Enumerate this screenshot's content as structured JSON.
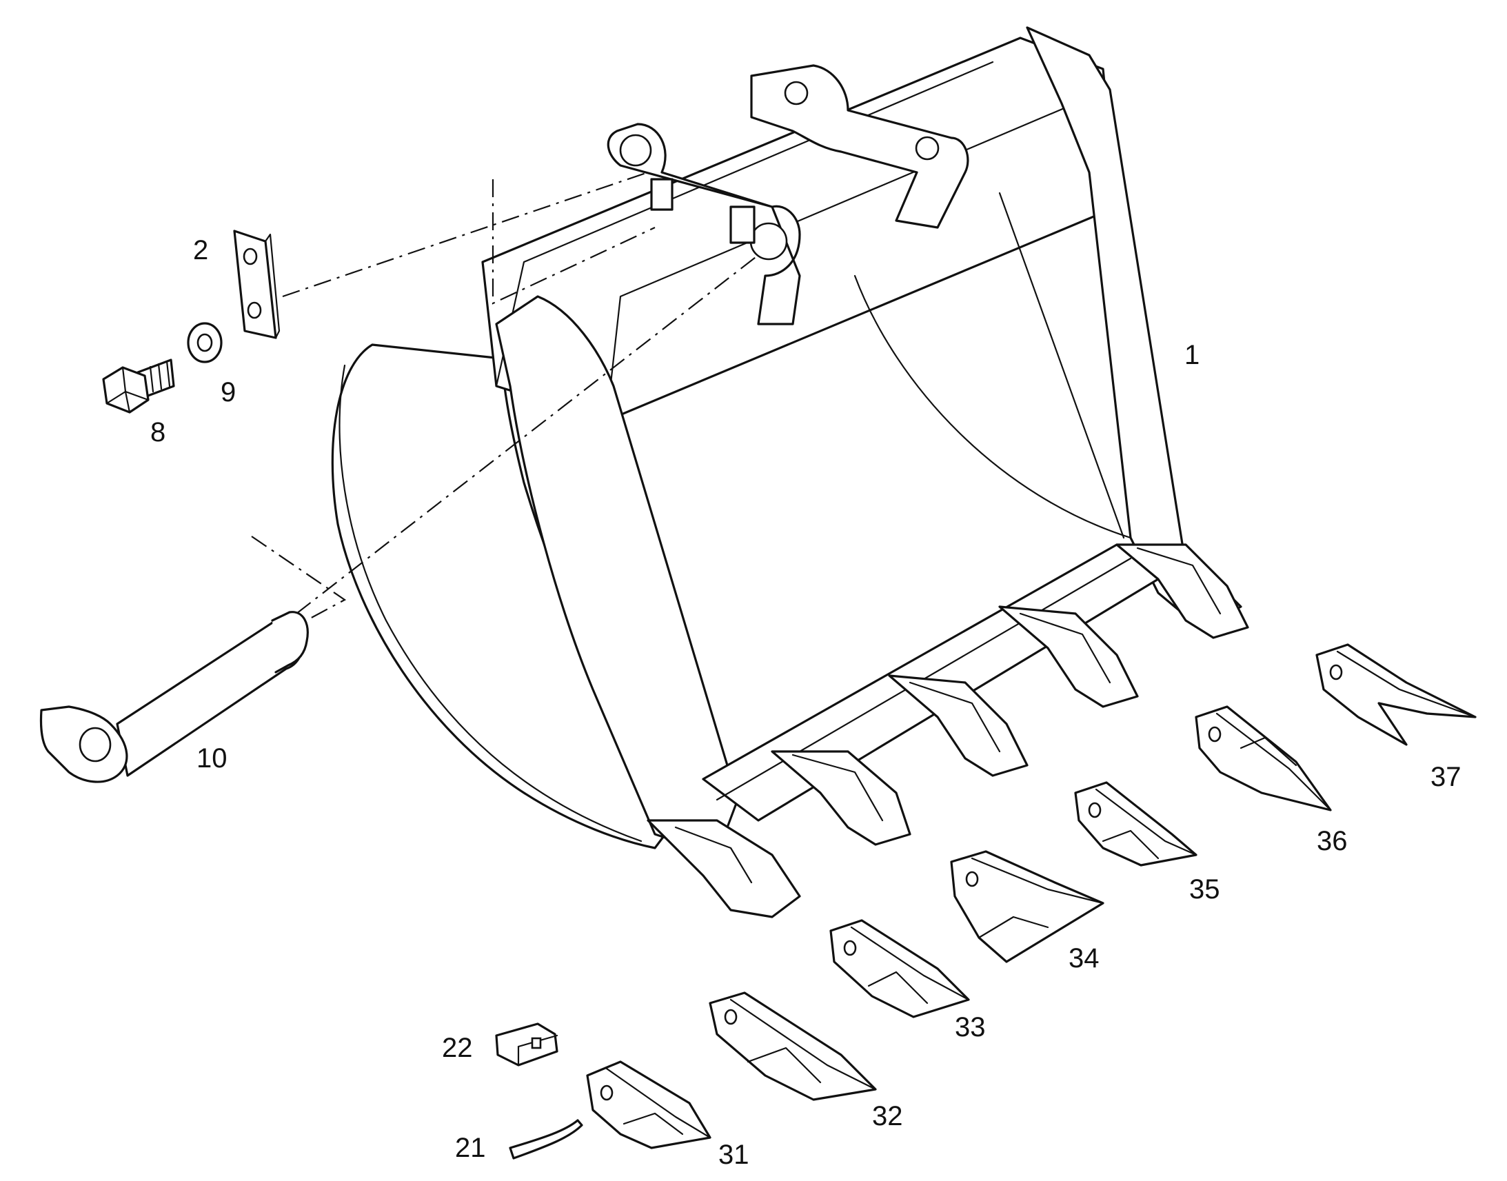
{
  "callouts": {
    "bucket": "1",
    "plate": "2",
    "bolt": "8",
    "washer": "9",
    "pin": "10",
    "retainer": "21",
    "lock": "22",
    "tooth_31": "31",
    "tooth_32": "32",
    "tooth_33": "33",
    "tooth_34": "34",
    "tooth_35": "35",
    "tooth_36": "36",
    "tooth_37": "37"
  }
}
